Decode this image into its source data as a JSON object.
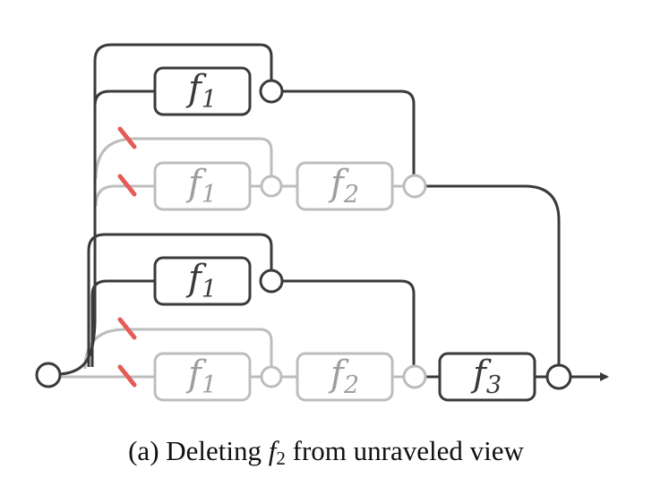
{
  "diagram": {
    "colors": {
      "active": "#3a3a3a",
      "inactive": "#bdbdbd",
      "deleted_mark": "#e45b57",
      "background": "#ffffff"
    },
    "blocks": [
      {
        "func": "f",
        "sub": "1",
        "state": "active"
      },
      {
        "func": "f",
        "sub": "1",
        "state": "inactive"
      },
      {
        "func": "f",
        "sub": "2",
        "state": "inactive"
      },
      {
        "func": "f",
        "sub": "1",
        "state": "active"
      },
      {
        "func": "f",
        "sub": "1",
        "state": "inactive"
      },
      {
        "func": "f",
        "sub": "2",
        "state": "inactive"
      },
      {
        "func": "f",
        "sub": "3",
        "state": "active"
      }
    ]
  },
  "caption": {
    "prefix": "(a) Deleting ",
    "math_base": "f",
    "math_sub": "2",
    "suffix": " from unraveled view"
  }
}
